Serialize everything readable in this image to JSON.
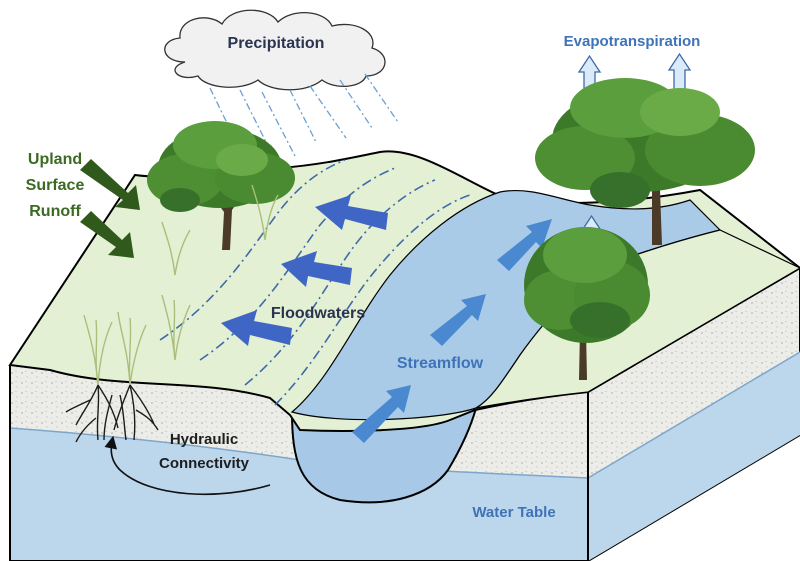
{
  "labels": {
    "precipitation": "Precipitation",
    "evapotranspiration": "Evapotranspiration",
    "upland_line1": "Upland",
    "upland_line2": "Surface",
    "upland_line3": "Runoff",
    "floodwaters": "Floodwaters",
    "streamflow": "Streamflow",
    "hydraulic_line1": "Hydraulic",
    "hydraulic_line2": "Connectivity",
    "water_table": "Water Table"
  },
  "colors": {
    "land_surface": "#e3f0d4",
    "stream_water": "#aacbe8",
    "groundwater": "#bcd6ec",
    "soil": "#eeeeea",
    "flood_arrow": "#3f66c4",
    "stream_arrow": "#4a89cf",
    "runoff_arrow": "#2f5a1c",
    "green_label": "#3b6b22",
    "blue_label": "#3f73b8",
    "dark_label": "#2a3350"
  },
  "icons": {
    "cloud": "cloud-icon",
    "tree": "tree-icon",
    "grass": "grass-icon",
    "roots": "roots-icon"
  }
}
